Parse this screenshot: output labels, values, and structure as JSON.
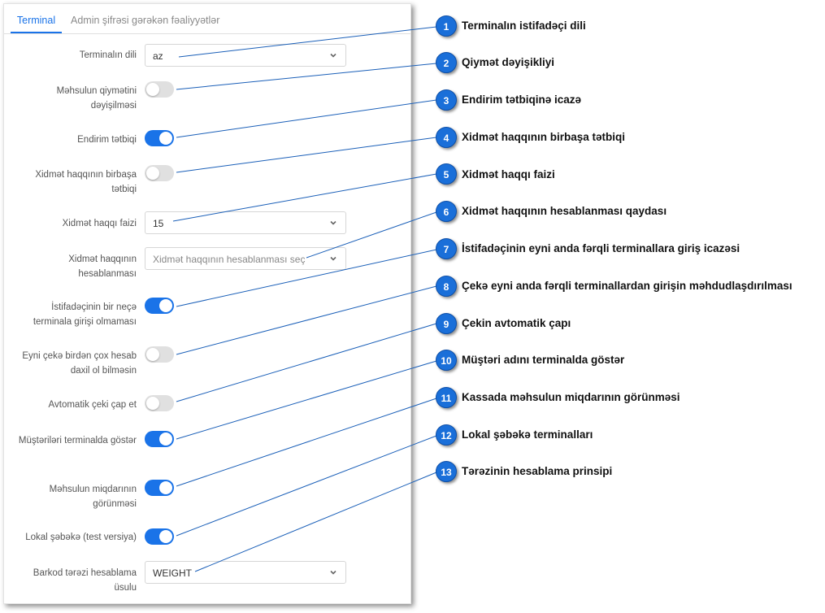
{
  "tabs": {
    "terminal": "Terminal",
    "admin": "Admin şifrəsi gərəkən fəaliyyətlər"
  },
  "settings": {
    "language": {
      "label": "Terminalın dili",
      "value": "az"
    },
    "price_change": {
      "label": "Məhsulun qiymətini dəyişilməsi",
      "enabled": false
    },
    "discount": {
      "label": "Endirim tətbiqi",
      "enabled": true
    },
    "service_direct": {
      "label": "Xidmət haqqının birbaşa tətbiqi",
      "enabled": false
    },
    "service_percent": {
      "label": "Xidmət haqqı faizi",
      "value": "15"
    },
    "service_calc": {
      "label": "Xidmət haqqının hesablanması",
      "placeholder": "Xidmət haqqının hesablanması seç"
    },
    "multi_terminal": {
      "label": "İstifadəçinin bir neçə terminala girişi olmaması",
      "enabled": true
    },
    "multi_check": {
      "label": "Eyni çekə birdən çox hesab daxil ol bilməsin",
      "enabled": false
    },
    "auto_print": {
      "label": "Avtomatik çeki çap et",
      "enabled": false
    },
    "show_customers": {
      "label": "Müştəriləri terminalda göstər",
      "enabled": true
    },
    "show_quantity": {
      "label": "Məhsulun miqdarının görünməsi",
      "enabled": true
    },
    "local_network": {
      "label": "Lokal şəbəkə (test versiya)",
      "enabled": true
    },
    "scale_method": {
      "label": "Barkod tərəzi hesablama üsulu",
      "value": "WEIGHT"
    }
  },
  "callouts": [
    {
      "num": "1",
      "text": "Terminalın istifadəçi dili"
    },
    {
      "num": "2",
      "text": "Qiymət dəyişikliyi"
    },
    {
      "num": "3",
      "text": "Endirim tətbiqinə icazə"
    },
    {
      "num": "4",
      "text": "Xidmət haqqının birbaşa tətbiqi"
    },
    {
      "num": "5",
      "text": "Xidmət haqqı faizi"
    },
    {
      "num": "6",
      "text": "Xidmət haqqının hesablanması qaydası"
    },
    {
      "num": "7",
      "text": "İstifadəçinin eyni anda fərqli terminallara giriş icazəsi"
    },
    {
      "num": "8",
      "text": "Çekə eyni anda fərqli terminallardan girişin məhdudlaşdırılması"
    },
    {
      "num": "9",
      "text": "Çekin avtomatik çapı"
    },
    {
      "num": "10",
      "text": "Müştəri adını terminalda göstər"
    },
    {
      "num": "11",
      "text": "Kassada məhsulun miqdarının görünməsi"
    },
    {
      "num": "12",
      "text": "Lokal şəbəkə terminalları"
    },
    {
      "num": "13",
      "text": "Tərəzinin hesablama prinsipi"
    }
  ],
  "colors": {
    "accent": "#1a73e8",
    "badge": "#1a6fd9",
    "toggle_off": "#e0e0e0"
  },
  "icons": {
    "select_arrow": "chevron-down-icon"
  }
}
